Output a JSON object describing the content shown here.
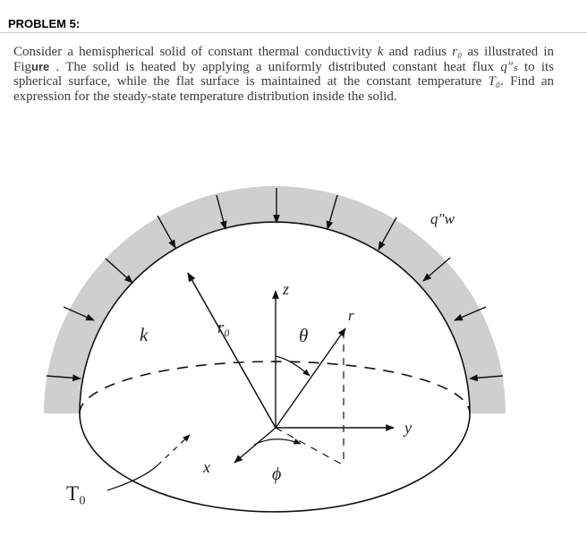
{
  "header": {
    "label": "PROBLEM 5:"
  },
  "problem": {
    "p1": "Consider a hemispherical solid of constant thermal conductivity ",
    "k": "k",
    "p2": " and radius ",
    "r0": "r₀",
    "p3": " as illustrated in Fig",
    "fig_bold": "ure",
    "p4": "  . The solid is heated by applying a uniformly distributed constant heat flux ",
    "qs": "q″ₛ",
    "p5": " to its spherical surface, while the flat surface is maintained at the constant temperature ",
    "T0": "T₀",
    "p6": ". Find an expression for the steady-state temperature distribution inside the solid."
  },
  "figure": {
    "labels": {
      "flux": "q″w",
      "k": "k",
      "r0": "r₀",
      "z": "z",
      "theta": "θ",
      "r": "r",
      "y": "y",
      "x": "x",
      "phi": "ϕ",
      "T0": "T₀"
    },
    "colors": {
      "shell": "#cfcfcf",
      "stroke": "#111111"
    }
  }
}
